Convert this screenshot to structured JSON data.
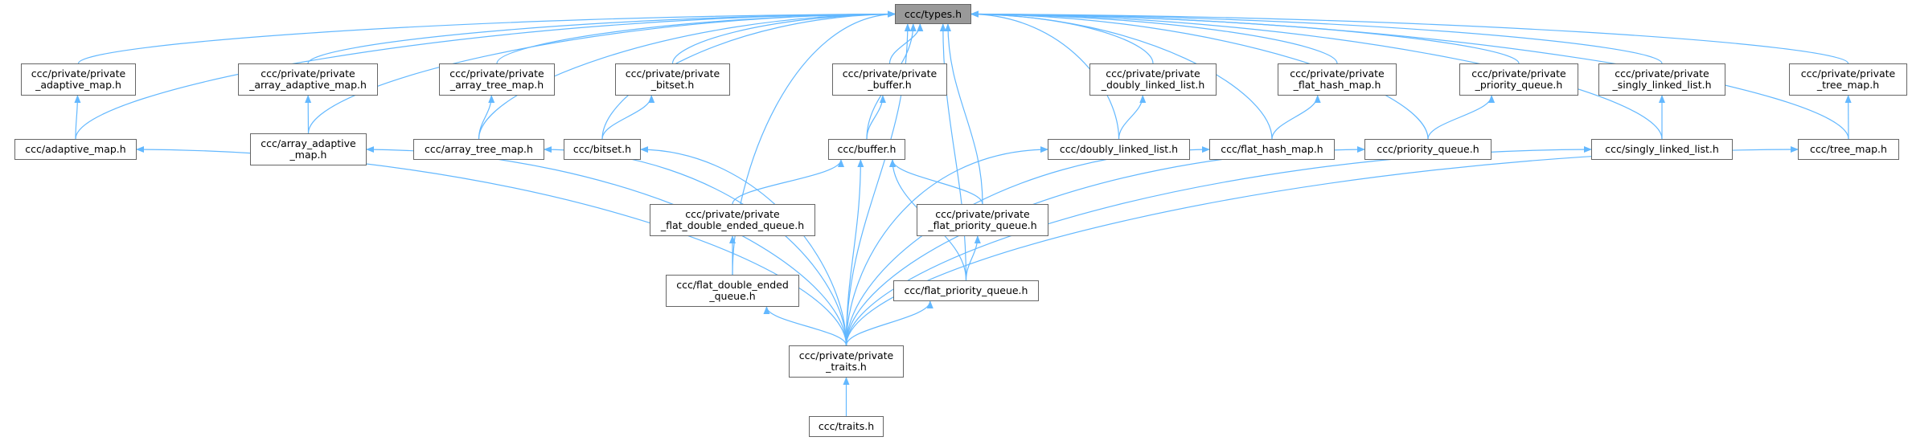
{
  "graph": {
    "edge_color": "#63b8ff",
    "root_fill": "#999999",
    "nodes": [
      {
        "id": "types",
        "lines": [
          "ccc/types.h"
        ],
        "root": true
      },
      {
        "id": "p_adaptive_map",
        "lines": [
          "ccc/private/private",
          "_adaptive_map.h"
        ]
      },
      {
        "id": "adaptive_map",
        "lines": [
          "ccc/adaptive_map.h"
        ]
      },
      {
        "id": "p_array_adaptive_map",
        "lines": [
          "ccc/private/private",
          "_array_adaptive_map.h"
        ]
      },
      {
        "id": "array_adaptive_map",
        "lines": [
          "ccc/array_adaptive",
          "_map.h"
        ]
      },
      {
        "id": "p_array_tree_map",
        "lines": [
          "ccc/private/private",
          "_array_tree_map.h"
        ]
      },
      {
        "id": "array_tree_map",
        "lines": [
          "ccc/array_tree_map.h"
        ]
      },
      {
        "id": "p_bitset",
        "lines": [
          "ccc/private/private",
          "_bitset.h"
        ]
      },
      {
        "id": "bitset",
        "lines": [
          "ccc/bitset.h"
        ]
      },
      {
        "id": "p_buffer",
        "lines": [
          "ccc/private/private",
          "_buffer.h"
        ]
      },
      {
        "id": "buffer",
        "lines": [
          "ccc/buffer.h"
        ]
      },
      {
        "id": "p_flat_deq",
        "lines": [
          "ccc/private/private",
          "_flat_double_ended_queue.h"
        ]
      },
      {
        "id": "flat_deq",
        "lines": [
          "ccc/flat_double_ended",
          "_queue.h"
        ]
      },
      {
        "id": "p_flat_pq",
        "lines": [
          "ccc/private/private",
          "_flat_priority_queue.h"
        ]
      },
      {
        "id": "flat_pq",
        "lines": [
          "ccc/flat_priority_queue.h"
        ]
      },
      {
        "id": "p_dll",
        "lines": [
          "ccc/private/private",
          "_doubly_linked_list.h"
        ]
      },
      {
        "id": "dll",
        "lines": [
          "ccc/doubly_linked_list.h"
        ]
      },
      {
        "id": "p_fhm",
        "lines": [
          "ccc/private/private",
          "_flat_hash_map.h"
        ]
      },
      {
        "id": "fhm",
        "lines": [
          "ccc/flat_hash_map.h"
        ]
      },
      {
        "id": "p_pq",
        "lines": [
          "ccc/private/private",
          "_priority_queue.h"
        ]
      },
      {
        "id": "pq",
        "lines": [
          "ccc/priority_queue.h"
        ]
      },
      {
        "id": "p_sll",
        "lines": [
          "ccc/private/private",
          "_singly_linked_list.h"
        ]
      },
      {
        "id": "sll",
        "lines": [
          "ccc/singly_linked_list.h"
        ]
      },
      {
        "id": "p_tree_map",
        "lines": [
          "ccc/private/private",
          "_tree_map.h"
        ]
      },
      {
        "id": "tree_map",
        "lines": [
          "ccc/tree_map.h"
        ]
      },
      {
        "id": "p_traits",
        "lines": [
          "ccc/private/private",
          "_traits.h"
        ]
      },
      {
        "id": "traits",
        "lines": [
          "ccc/traits.h"
        ]
      }
    ],
    "edges": [
      [
        "p_adaptive_map",
        "types"
      ],
      [
        "p_array_adaptive_map",
        "types"
      ],
      [
        "p_array_tree_map",
        "types"
      ],
      [
        "p_bitset",
        "types"
      ],
      [
        "p_buffer",
        "types"
      ],
      [
        "p_dll",
        "types"
      ],
      [
        "p_fhm",
        "types"
      ],
      [
        "p_pq",
        "types"
      ],
      [
        "p_sll",
        "types"
      ],
      [
        "p_tree_map",
        "types"
      ],
      [
        "adaptive_map",
        "types"
      ],
      [
        "array_adaptive_map",
        "types"
      ],
      [
        "array_tree_map",
        "types"
      ],
      [
        "bitset",
        "types"
      ],
      [
        "buffer",
        "types"
      ],
      [
        "dll",
        "types"
      ],
      [
        "fhm",
        "types"
      ],
      [
        "pq",
        "types"
      ],
      [
        "sll",
        "types"
      ],
      [
        "tree_map",
        "types"
      ],
      [
        "flat_deq",
        "types"
      ],
      [
        "flat_pq",
        "types"
      ],
      [
        "p_flat_pq",
        "types"
      ],
      [
        "p_traits",
        "types"
      ],
      [
        "adaptive_map",
        "p_adaptive_map"
      ],
      [
        "array_adaptive_map",
        "p_array_adaptive_map"
      ],
      [
        "array_tree_map",
        "p_array_tree_map"
      ],
      [
        "bitset",
        "p_bitset"
      ],
      [
        "buffer",
        "p_buffer"
      ],
      [
        "dll",
        "p_dll"
      ],
      [
        "fhm",
        "p_fhm"
      ],
      [
        "pq",
        "p_pq"
      ],
      [
        "sll",
        "p_sll"
      ],
      [
        "tree_map",
        "p_tree_map"
      ],
      [
        "p_flat_deq",
        "buffer"
      ],
      [
        "p_flat_pq",
        "buffer"
      ],
      [
        "flat_pq",
        "buffer"
      ],
      [
        "p_traits",
        "buffer"
      ],
      [
        "flat_deq",
        "p_flat_deq"
      ],
      [
        "flat_pq",
        "p_flat_pq"
      ],
      [
        "p_traits",
        "adaptive_map"
      ],
      [
        "p_traits",
        "array_adaptive_map"
      ],
      [
        "p_traits",
        "array_tree_map"
      ],
      [
        "p_traits",
        "bitset"
      ],
      [
        "p_traits",
        "flat_deq"
      ],
      [
        "p_traits",
        "flat_pq"
      ],
      [
        "p_traits",
        "dll"
      ],
      [
        "p_traits",
        "fhm"
      ],
      [
        "p_traits",
        "pq"
      ],
      [
        "p_traits",
        "sll"
      ],
      [
        "p_traits",
        "tree_map"
      ],
      [
        "traits",
        "p_traits"
      ]
    ]
  }
}
